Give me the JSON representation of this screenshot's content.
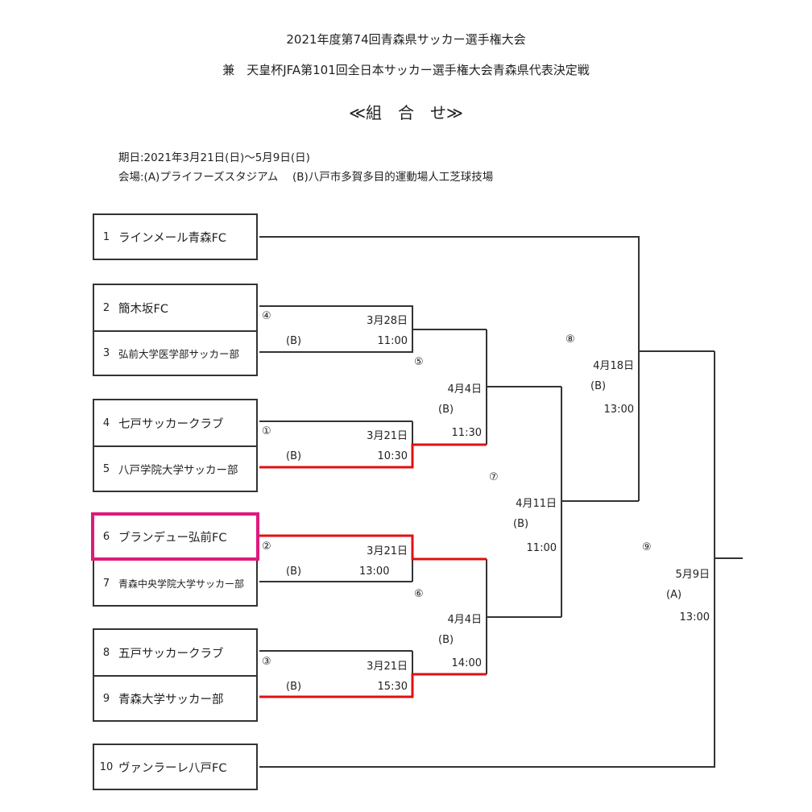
{
  "header": {
    "title1": "2021年度第74回青森県サッカー選手権大会",
    "title2": "兼　天皇杯JFA第101回全日本サッカー選手権大会青森県代表決定戦",
    "title3": "≪組　合　せ≫",
    "dates": "期日:2021年3月21日(日)～5月9日(日)",
    "venues": "会場:(A)プライフーズスタジアム　 (B)八戸市多賀多目的運動場人工芝球技場"
  },
  "teams": [
    {
      "no": "1",
      "name": "ラインメール青森FC"
    },
    {
      "no": "2",
      "name": "簡木坂FC"
    },
    {
      "no": "3",
      "name": "弘前大学医学部サッカー部"
    },
    {
      "no": "4",
      "name": "七戸サッカークラブ"
    },
    {
      "no": "5",
      "name": "八戸学院大学サッカー部"
    },
    {
      "no": "6",
      "name": "ブランデュー弘前FC"
    },
    {
      "no": "7",
      "name": "青森中央学院大学サッカー部"
    },
    {
      "no": "8",
      "name": "五戸サッカークラブ"
    },
    {
      "no": "9",
      "name": "青森大学サッカー部"
    },
    {
      "no": "10",
      "name": "ヴァンラーレ八戸FC"
    }
  ],
  "matches": {
    "m1": {
      "num": "①",
      "date": "3月21日",
      "venue": "(B)",
      "time": "10:30"
    },
    "m2": {
      "num": "②",
      "date": "3月21日",
      "venue": "(B)",
      "time": "13:00"
    },
    "m3": {
      "num": "③",
      "date": "3月21日",
      "venue": "(B)",
      "time": "15:30"
    },
    "m4": {
      "num": "④",
      "date": "3月28日",
      "venue": "(B)",
      "time": "11:00"
    },
    "m5": {
      "num": "⑤",
      "date": "4月4日",
      "venue": "(B)",
      "time": "11:30"
    },
    "m6": {
      "num": "⑥",
      "date": "4月4日",
      "venue": "(B)",
      "time": "14:00"
    },
    "m7": {
      "num": "⑦",
      "date": "4月11日",
      "venue": "(B)",
      "time": "11:00"
    },
    "m8": {
      "num": "⑧",
      "date": "4月18日",
      "venue": "(B)",
      "time": "13:00"
    },
    "m9": {
      "num": "⑨",
      "date": "5月9日",
      "venue": "(A)",
      "time": "13:00"
    }
  },
  "colors": {
    "winner_line": "#e01010",
    "highlight_box": "#e0197d",
    "line": "#333333"
  }
}
